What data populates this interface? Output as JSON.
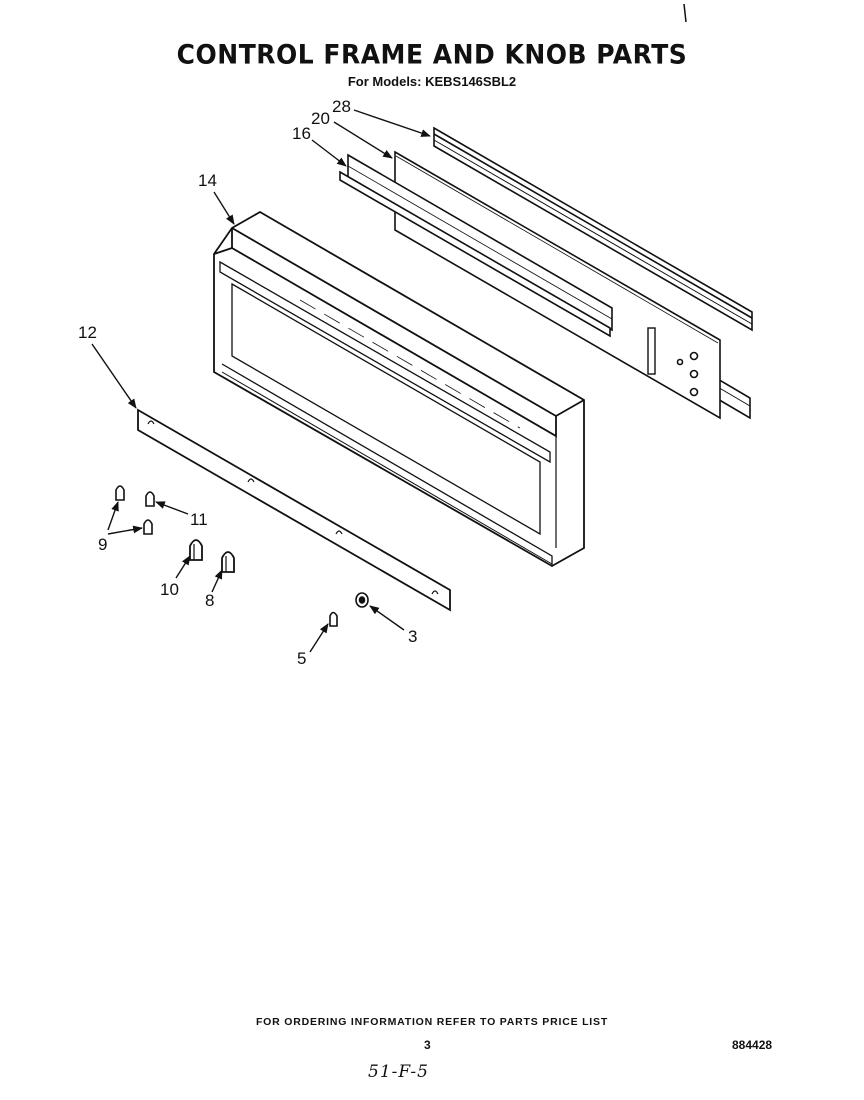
{
  "title": "CONTROL FRAME AND KNOB PARTS",
  "subtitle": "For Models: KEBS146SBL2",
  "callouts": {
    "part28": "28",
    "part20": "20",
    "part16": "16",
    "part14": "14",
    "part12": "12",
    "part11": "11",
    "part9": "9",
    "part10": "10",
    "part8": "8",
    "part5": "5",
    "part3": "3"
  },
  "footer": {
    "note": "FOR ORDERING INFORMATION REFER TO PARTS PRICE LIST",
    "page_number": "3",
    "drawing_number": "884428",
    "handwritten": "51-F-5"
  }
}
